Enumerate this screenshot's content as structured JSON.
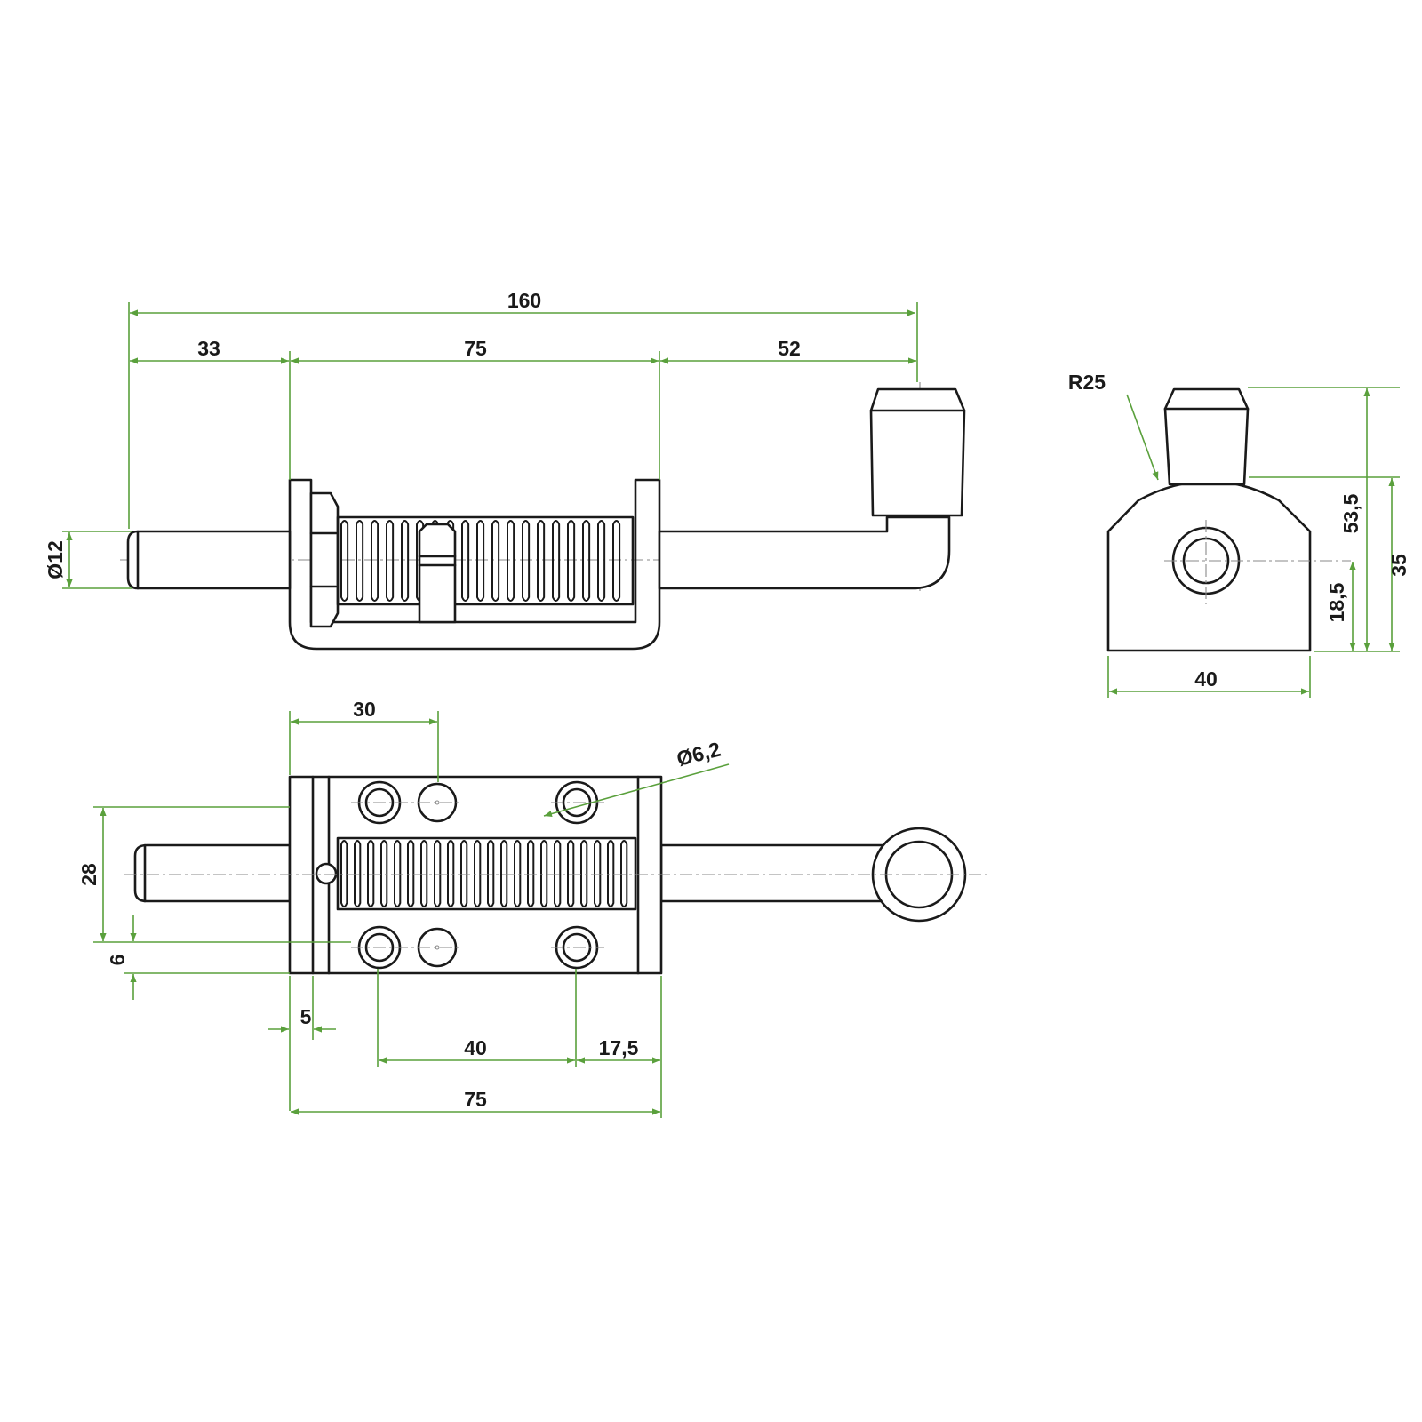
{
  "side_view": {
    "overall_length": "160",
    "segment_left": "33",
    "segment_middle": "75",
    "segment_right": "52",
    "bolt_diameter": "Ø12"
  },
  "end_view": {
    "radius": "R25",
    "total_height": "53,5",
    "body_height": "35",
    "axis_height": "18,5",
    "width": "40"
  },
  "top_view": {
    "hole_spacing_top": "30",
    "hole_diameter": "Ø6,2",
    "base_width": "28",
    "offset_bottom": "6",
    "plate_thickness": "5",
    "hole_spacing_bottom": "40",
    "edge_offset": "17,5",
    "body_length": "75"
  }
}
